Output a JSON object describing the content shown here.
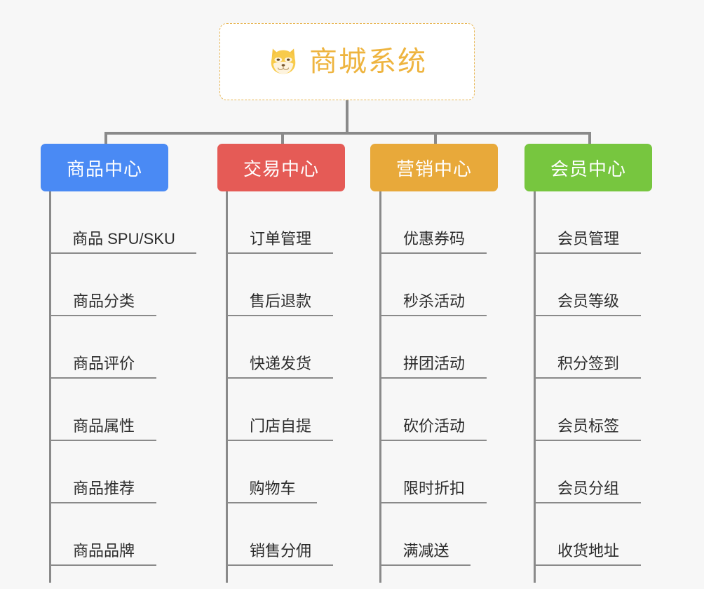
{
  "diagram": {
    "title": "商城系统",
    "background_color": "#f7f7f7",
    "connector_color": "#8a8a8a",
    "root": {
      "label": "商城系统",
      "icon": "shiba-dog-icon",
      "text_color": "#eeb43f",
      "border_color": "#e8b654",
      "background_color": "#ffffff"
    },
    "branches": [
      {
        "label": "商品中心",
        "color": "#4a8af4",
        "items": [
          "商品 SPU/SKU",
          "商品分类",
          "商品评价",
          "商品属性",
          "商品推荐",
          "商品品牌"
        ]
      },
      {
        "label": "交易中心",
        "color": "#e55b56",
        "items": [
          "订单管理",
          "售后退款",
          "快递发货",
          "门店自提",
          "购物车",
          "销售分佣"
        ]
      },
      {
        "label": "营销中心",
        "color": "#e8a93a",
        "items": [
          "优惠券码",
          "秒杀活动",
          "拼团活动",
          "砍价活动",
          "限时折扣",
          "满减送"
        ]
      },
      {
        "label": "会员中心",
        "color": "#77c63f",
        "items": [
          "会员管理",
          "会员等级",
          "积分签到",
          "会员标签",
          "会员分组",
          "收货地址"
        ]
      }
    ]
  }
}
